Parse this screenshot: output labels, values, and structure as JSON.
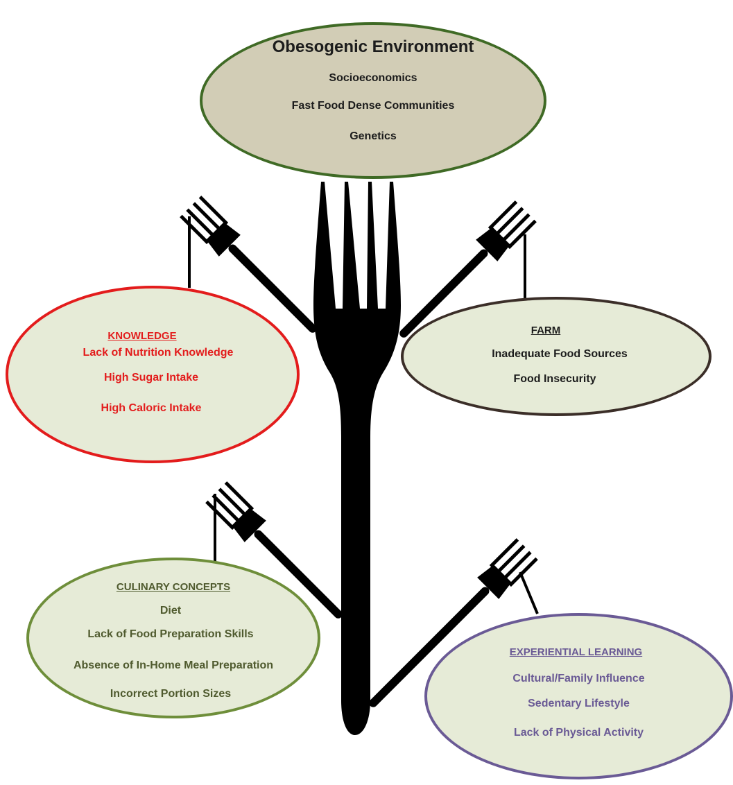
{
  "top": {
    "title": "Obesogenic Environment",
    "items": [
      "Socioeconomics",
      "Fast Food Dense Communities",
      "Genetics"
    ]
  },
  "knowledge": {
    "title": "KNOWLEDGE",
    "items": [
      "Lack of Nutrition Knowledge",
      "High Sugar Intake",
      "High Caloric Intake"
    ]
  },
  "farm": {
    "title": "FARM",
    "items": [
      "Inadequate Food Sources",
      "Food Insecurity"
    ]
  },
  "culinary": {
    "title": "CULINARY CONCEPTS",
    "items": [
      "Diet",
      "Lack of Food Preparation Skills",
      "Absence of In-Home Meal Preparation",
      "Incorrect Portion Sizes"
    ]
  },
  "experiential": {
    "title": "EXPERIENTIAL LEARNING",
    "items": [
      "Cultural/Family Influence",
      "Sedentary Lifestyle",
      "Lack of Physical Activity"
    ]
  },
  "colors": {
    "top_fill": "#d2cdb6",
    "top_border": "#3f6a25",
    "bubble_fill": "#e6ebd7",
    "knowledge_accent": "#e31c1c",
    "farm_accent": "#3b2e28",
    "culinary_accent": "#6e8e3a",
    "experiential_accent": "#6a5a95",
    "fork": "#000000"
  }
}
